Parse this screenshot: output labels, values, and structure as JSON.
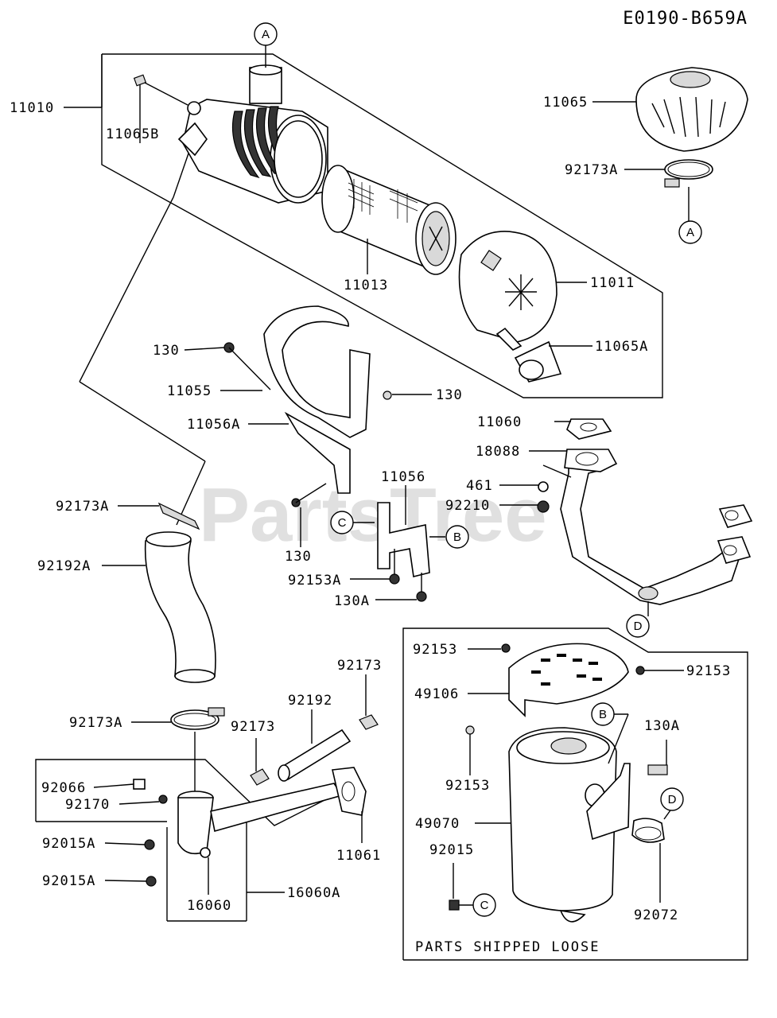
{
  "diagram_code": "E0190-B659A",
  "watermark": "PartsTree",
  "box_note": "PARTS SHIPPED LOOSE",
  "callouts": {
    "a_top": "A",
    "a_right": "A",
    "b_mid": "B",
    "c_mid": "C",
    "d_mid": "D",
    "b_box": "B",
    "d_box": "D",
    "c_box": "C"
  },
  "parts": {
    "p11010": "11010",
    "p11065B": "11065B",
    "p11065": "11065",
    "p92173A_top": "92173A",
    "p11013": "11013",
    "p11011": "11011",
    "p11065A": "11065A",
    "p130_a": "130",
    "p11055": "11055",
    "p130_b": "130",
    "p11056A": "11056A",
    "p11060": "11060",
    "p18088": "18088",
    "p11056": "11056",
    "p461": "461",
    "p92210": "92210",
    "p92173A_mid": "92173A",
    "p130_c": "130",
    "p92192A": "92192A",
    "p92153A": "92153A",
    "p130A_mid": "130A",
    "p92173_right": "92173",
    "p92192": "92192",
    "p92173A_low": "92173A",
    "p92173_low": "92173",
    "p92066": "92066",
    "p92170": "92170",
    "p92015A_a": "92015A",
    "p92015A_b": "92015A",
    "p11061": "11061",
    "p16060": "16060",
    "p16060A": "16060A",
    "p92153_a": "92153",
    "p92153_b": "92153",
    "p49106": "49106",
    "p92153_c": "92153",
    "p130A_box": "130A",
    "p49070": "49070",
    "p92015": "92015",
    "p92072": "92072"
  }
}
